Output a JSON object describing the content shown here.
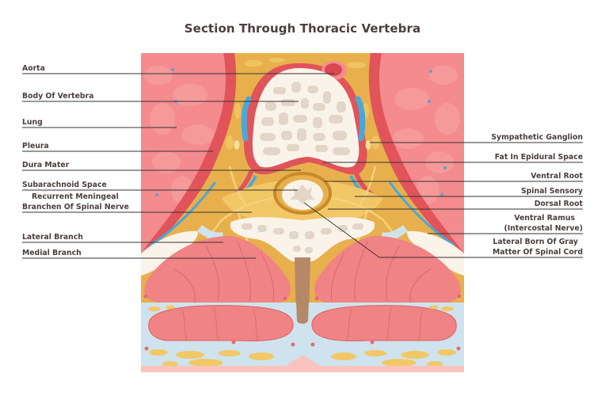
{
  "title": "Section Through Thoracic Vertebra",
  "colors": {
    "lung": "#f48b8e",
    "lung_light": "#f7a3a4",
    "fat": "#e8b04c",
    "fat_light": "#f2c867",
    "pleura": "#e0545a",
    "vertebra": "#faf3ea",
    "trabecular": "#e3d6c8",
    "muscle": "#f08383",
    "muscle_line": "#d9626a",
    "subcutaneous": "#cfe3ee",
    "skin": "#f8c4bd",
    "vein": "#4aa8d8",
    "ligament": "#b58868",
    "nerve": "#f7d27a",
    "label_text": "#4a3f3d",
    "leader_line": "#333333"
  },
  "labels_left": [
    {
      "text": "Aorta"
    },
    {
      "text": "Body Of Vertebra"
    },
    {
      "text": "Lung"
    },
    {
      "text": "Pleura"
    },
    {
      "text": "Dura Mater"
    },
    {
      "text": "Subarachnoid Space"
    },
    {
      "text": "Recurrent Meningeal",
      "text2": "Branchen Of Spinal Nerve"
    },
    {
      "text": "Lateral Branch"
    },
    {
      "text": "Medial Branch"
    }
  ],
  "labels_right": [
    {
      "text": "Sympathetic Ganglion"
    },
    {
      "text": "Fat In Epidural Space"
    },
    {
      "text": "Ventral Root"
    },
    {
      "text": "Spinal Sensory"
    },
    {
      "text": "Dorsal Root"
    },
    {
      "text": "Ventral Ramus",
      "text2": "(Intercostal Nerve)"
    },
    {
      "text": "Lateral Born Of Gray",
      "text2": "Matter Of Spinal Cord"
    }
  ]
}
